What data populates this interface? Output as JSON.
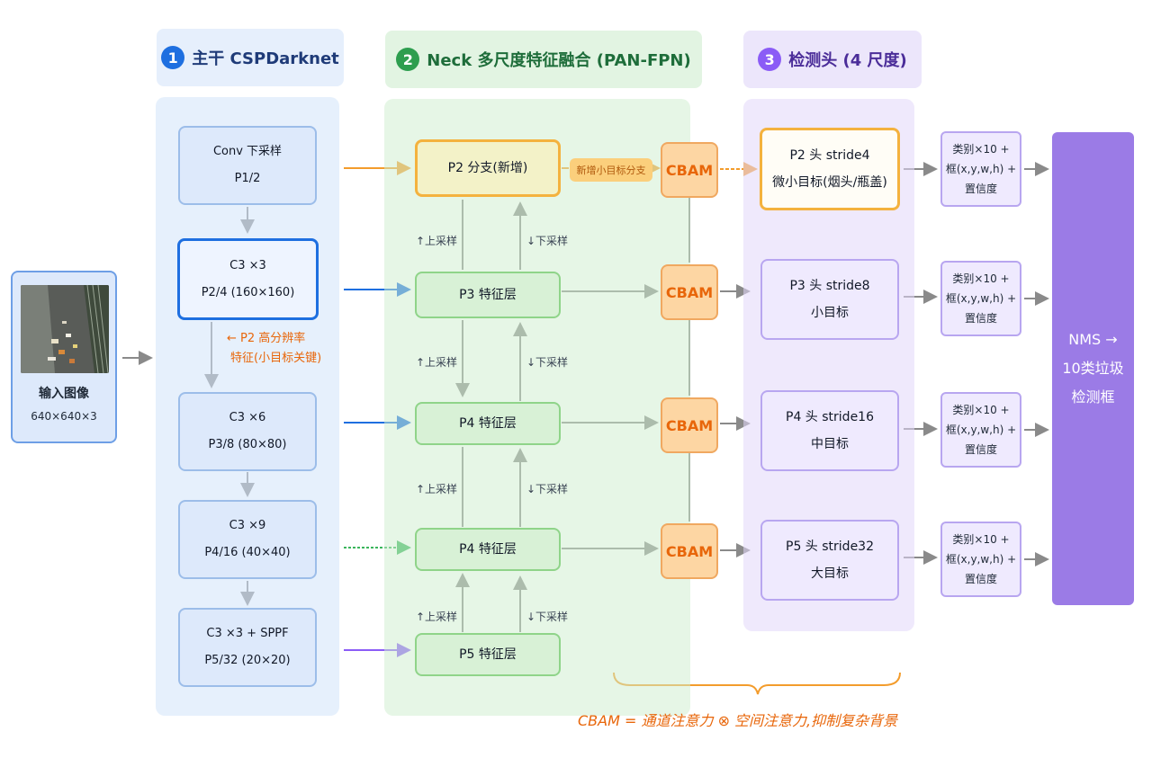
{
  "sections": {
    "backbone": {
      "num": "1",
      "title": "主干 CSPDarknet"
    },
    "neck": {
      "num": "2",
      "title": "Neck 多尺度特征融合 (PAN-FPN)"
    },
    "head": {
      "num": "3",
      "title": "检测头 (4 尺度)"
    }
  },
  "input": {
    "title": "输入图像",
    "size": "640×640×3"
  },
  "backbone_blocks": [
    {
      "line1": "Conv 下采样",
      "line2": "P1/2"
    },
    {
      "line1": "C3 ×3",
      "line2": "P2/4  (160×160)"
    },
    {
      "line1": "C3 ×6",
      "line2": "P3/8  (80×80)"
    },
    {
      "line1": "C3 ×9",
      "line2": "P4/16 (40×40)"
    },
    {
      "line1": "C3 ×3 + SPPF",
      "line2": "P5/32 (20×20)"
    }
  ],
  "p2_note": {
    "line1": "← P2 高分辨率",
    "line2": "特征(小目标关键)"
  },
  "neck_blocks": [
    "P2 分支(新增)",
    "P3 特征层",
    "P4 特征层",
    "P4 特征层",
    "P5 特征层"
  ],
  "upsample_label": "↑上采样",
  "downsample_label": "↓下采样",
  "new_branch_tag": "新增小目标分支",
  "cbam_label": "CBAM",
  "heads": [
    {
      "line1": "P2 头 stride4",
      "line2": "微小目标(烟头/瓶盖)"
    },
    {
      "line1": "P3 头 stride8",
      "line2": "小目标"
    },
    {
      "line1": "P4 头 stride16",
      "line2": "中目标"
    },
    {
      "line1": "P5 头 stride32",
      "line2": "大目标"
    }
  ],
  "outputs": {
    "line1": "类别×10 +",
    "line2": "框(x,y,w,h) +",
    "line3": "置信度"
  },
  "nms": {
    "line1": "NMS →",
    "line2": "10类垃圾",
    "line3": "检测框"
  },
  "footnote": "CBAM = 通道注意力 ⊗ 空间注意力,抑制复杂背景",
  "colors": {
    "backbone_accent": "#1e6fe0",
    "neck_accent": "#2e9e4f",
    "head_accent": "#8b5cf6",
    "cbam": "#e8660a",
    "nms": "#9b7be6"
  }
}
